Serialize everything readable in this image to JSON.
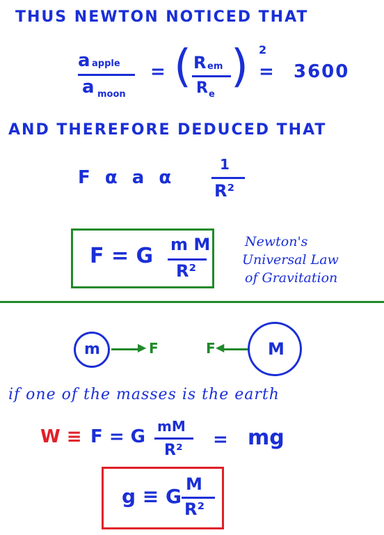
{
  "lines": {
    "l1": "THUS   NEWTON   NOTICED   THAT",
    "l2": "AND   THEREFORE   DEDUCED   THAT",
    "l3": "if one of the masses is the earth"
  },
  "eq1": {
    "num": "a",
    "num_sub": "apple",
    "den": "a",
    "den_sub": "moon",
    "equals": "=",
    "paren_num": "R",
    "paren_num_sub": "em",
    "paren_den": "R",
    "paren_den_sub": "e",
    "exponent": "2",
    "equals2": "=",
    "result": "3600"
  },
  "eq2": {
    "lhs": "F  α  a   α",
    "num": "1",
    "den": "R²"
  },
  "law_box": {
    "lhs": "F = G",
    "num": "m M",
    "den": "R²",
    "note_line1": "Newton's",
    "note_line2": "Universal Law",
    "note_line3": "of Gravitation"
  },
  "diagram": {
    "mass_small": "m",
    "force_right": "F",
    "force_left": "F",
    "mass_large": "M"
  },
  "eq3": {
    "prefix": "W ≡",
    "lhs": "F = G",
    "num": "mM",
    "den": "R²",
    "equals": "=",
    "rhs": "mg"
  },
  "g_box": {
    "lhs": "g ≡ G",
    "num": "M",
    "den": "R²"
  },
  "colors": {
    "ink_blue": "#1a2fd6",
    "ink_green": "#1f8a2a",
    "ink_red": "#e0202a"
  }
}
